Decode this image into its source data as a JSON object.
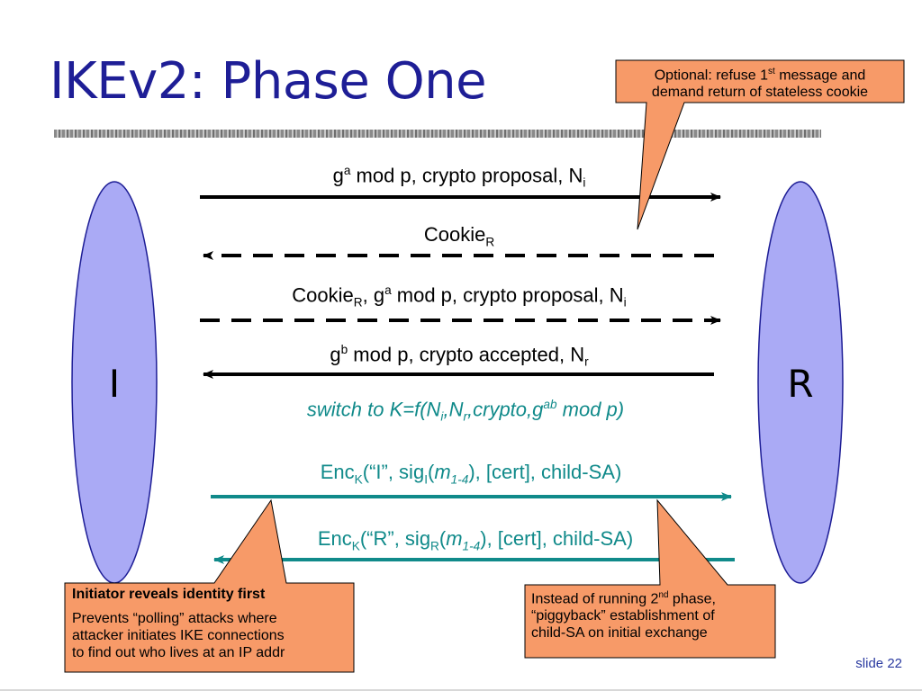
{
  "title": "IKEv2: Phase One",
  "parties": {
    "initiator": "I",
    "responder": "R"
  },
  "colors": {
    "ellipse_fill": "#aaaaf5",
    "callout_fill": "#f79a68",
    "teal": "#108a8a",
    "title": "#1e1e96"
  },
  "messages": [
    {
      "direction": "I-to-R",
      "style": "solid",
      "color": "black",
      "parts": {
        "a": "g",
        "b": "a",
        "c": " mod p, crypto proposal, N",
        "d": "i"
      }
    },
    {
      "direction": "R-to-I",
      "style": "dashed",
      "color": "black",
      "parts": {
        "a": "Cookie",
        "b": "R"
      }
    },
    {
      "direction": "I-to-R",
      "style": "dashed",
      "color": "black",
      "parts": {
        "a": "Cookie",
        "b": "R",
        "c": ", g",
        "d": "a",
        "e": " mod p, crypto proposal, N",
        "f": "i"
      }
    },
    {
      "direction": "R-to-I",
      "style": "solid",
      "color": "black",
      "parts": {
        "a": "g",
        "b": "b",
        "c": " mod p, crypto accepted, N",
        "d": "r"
      }
    },
    {
      "direction": "I-to-R",
      "style": "solid",
      "color": "teal",
      "parts": {
        "a": "Enc",
        "b": "K",
        "c": "(“I”, sig",
        "d": "I",
        "e": "(",
        "f": "m",
        "g": "1-4",
        "h": "), [cert], child-SA)"
      }
    },
    {
      "direction": "R-to-I",
      "style": "solid",
      "color": "teal",
      "parts": {
        "a": "Enc",
        "b": "K",
        "c": "(“R”, sig",
        "d": "R",
        "e": "(",
        "f": "m",
        "g": "1-4",
        "h": "), [cert], child-SA)"
      }
    }
  ],
  "key_switch": {
    "a": "switch to K=f(N",
    "b": "i",
    "c": ",N",
    "d": "r",
    "e": ",crypto,g",
    "f": "ab",
    "g": " mod p)"
  },
  "callouts": {
    "cookie": {
      "line1_a": "Optional: refuse 1",
      "line1_sup": "st",
      "line1_b": " message and",
      "line2": "demand return of stateless cookie"
    },
    "identity": {
      "heading": "Initiator reveals identity first",
      "line1": "Prevents “polling” attacks where",
      "line2": "attacker initiates IKE connections",
      "line3": "to find out who lives at an IP addr"
    },
    "childsa": {
      "line1_a": "Instead of running 2",
      "line1_sup": "nd",
      "line1_b": " phase,",
      "line2": "“piggyback” establishment of",
      "line3": "child-SA on initial exchange"
    }
  },
  "slide_number": "slide 22"
}
